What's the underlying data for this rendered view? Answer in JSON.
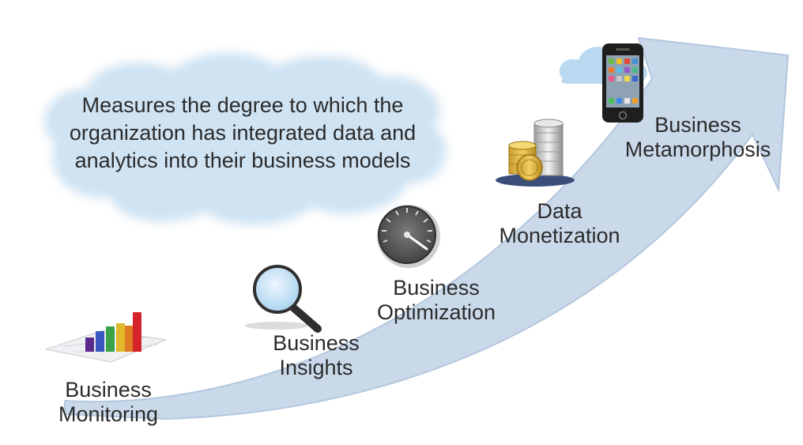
{
  "description": "Measures the degree to which the organization has integrated data and analytics into their business models",
  "stages": [
    {
      "line1": "Business",
      "line2": "Monitoring",
      "icon": "bar-chart-icon"
    },
    {
      "line1": "Business",
      "line2": "Insights",
      "icon": "magnifier-icon"
    },
    {
      "line1": "Business",
      "line2": "Optimization",
      "icon": "speedometer-icon"
    },
    {
      "line1": "Data",
      "line2": "Monetization",
      "icon": "coins-icon"
    },
    {
      "line1": "Business",
      "line2": "Metamorphosis",
      "icon": "smartphone-cloud-icon"
    }
  ],
  "colors": {
    "arrow": "#cad9ea",
    "arrow_edge": "#a9bfd8",
    "cloud": "#cfe3f3",
    "text": "#2b2b2b"
  }
}
